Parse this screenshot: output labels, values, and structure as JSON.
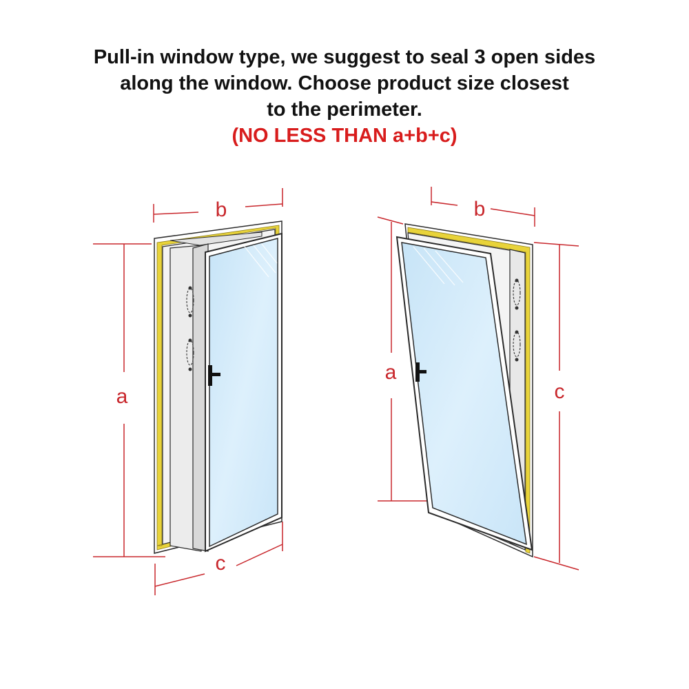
{
  "heading": {
    "line1": "Pull-in window type, we suggest to seal 3 open sides",
    "line2": "along the window. Choose product size closest",
    "line3": "to the perimeter.",
    "note": "(NO LESS THAN a+b+c)"
  },
  "left_diagram": {
    "label_top": "b",
    "label_side": "a",
    "label_bottom": "c"
  },
  "right_diagram": {
    "label_top": "b",
    "label_left": "a",
    "label_right": "c"
  },
  "colors": {
    "dimension": "#c8262b",
    "seal_tape": "#e8d33a",
    "glass": "#d3ebfa",
    "frame": "#2a2a2a",
    "heading": "#111111",
    "note": "#d81c1c"
  }
}
